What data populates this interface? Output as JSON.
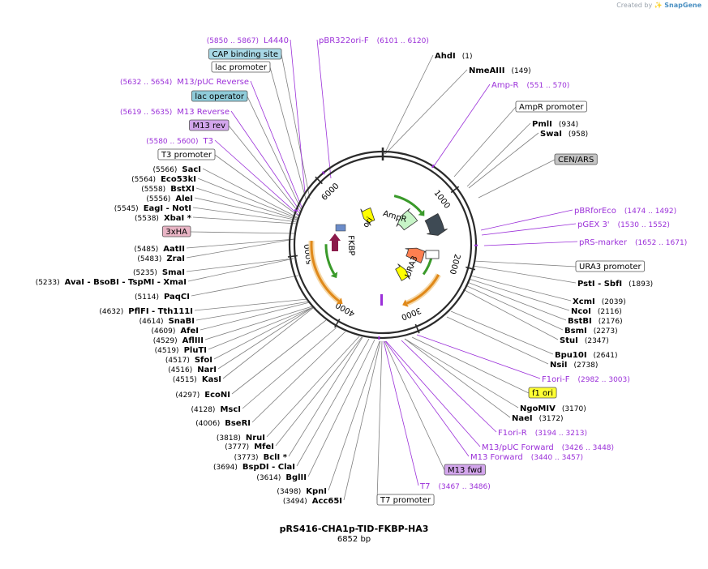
{
  "credit": {
    "prefix": "Created by",
    "brand": "SnapGene"
  },
  "plasmid": {
    "name": "pRS416-CHA1p-TID-FKBP-HA3",
    "length_label": "6852 bp",
    "length": 6852
  },
  "ticks": [
    "1000",
    "2000",
    "3000",
    "4000",
    "5000",
    "6000"
  ],
  "features_inner": [
    "ori",
    "AmpR",
    "URA3",
    "FKBP"
  ],
  "colors": {
    "ring": "#2b2b2b",
    "site_line": "#808080",
    "primer": "#9b30d9",
    "ori": "#ffff00",
    "ampr": "#c7f5c7",
    "ampr_promoter": "#3e4a54",
    "ura3": "#ff7f50",
    "fkbp": "#8b1a4a",
    "arrow_green": "#3a9a2a",
    "arrow_orange": "#e0891a",
    "cap_box": "#a8d8e6",
    "lac_operator_box": "#8fcbd9",
    "m13_box": "#d3a6ec",
    "f1ori_box": "#ffff33",
    "cen_box": "#c4c4c4",
    "ha_box": "#e8b4c4"
  },
  "labels": [
    {
      "text": "AhdI",
      "pos": "(1)",
      "kind": "site",
      "bold": true
    },
    {
      "text": "NmeAIII",
      "pos": "(149)",
      "kind": "site",
      "bold": true
    },
    {
      "text": "Amp-R",
      "pos": "(551 .. 570)",
      "kind": "primer"
    },
    {
      "text": "AmpR promoter",
      "kind": "box",
      "box": "white"
    },
    {
      "text": "PmlI",
      "pos": "(934)",
      "kind": "site",
      "bold": true
    },
    {
      "text": "SwaI",
      "pos": "(958)",
      "kind": "site",
      "bold": true
    },
    {
      "text": "CEN/ARS",
      "kind": "box",
      "box": "grey"
    },
    {
      "text": "pBRforEco",
      "pos": "(1474 .. 1492)",
      "kind": "primer"
    },
    {
      "text": "pGEX 3'",
      "pos": "(1530 .. 1552)",
      "kind": "primer"
    },
    {
      "text": "pRS-marker",
      "pos": "(1652 .. 1671)",
      "kind": "primer"
    },
    {
      "text": "URA3 promoter",
      "kind": "box",
      "box": "white"
    },
    {
      "text": "PstI   - SbfI",
      "pos": "(1893)",
      "kind": "site",
      "bold": true
    },
    {
      "text": "XcmI",
      "pos": "(2039)",
      "kind": "site",
      "bold": true
    },
    {
      "text": "NcoI",
      "pos": "(2116)",
      "kind": "site",
      "bold": true
    },
    {
      "text": "BstBI",
      "pos": "(2176)",
      "kind": "site",
      "bold": true
    },
    {
      "text": "BsmI",
      "pos": "(2273)",
      "kind": "site",
      "bold": true
    },
    {
      "text": "StuI",
      "pos": "(2347)",
      "kind": "site",
      "bold": true
    },
    {
      "text": "Bpu10I",
      "pos": "(2641)",
      "kind": "site",
      "bold": true
    },
    {
      "text": "NsiI",
      "pos": "(2738)",
      "kind": "site",
      "bold": true
    },
    {
      "text": "F1ori-F",
      "pos": "(2982 .. 3003)",
      "kind": "primer"
    },
    {
      "text": "f1 ori",
      "kind": "box",
      "box": "yellow"
    },
    {
      "text": "NgoMIV",
      "pos": "(3170)",
      "kind": "site",
      "bold": true
    },
    {
      "text": "NaeI",
      "pos": "(3172)",
      "kind": "site",
      "bold": true
    },
    {
      "text": "F1ori-R",
      "pos": "(3194 .. 3213)",
      "kind": "primer"
    },
    {
      "text": "M13/pUC Forward",
      "pos": "(3426 .. 3448)",
      "kind": "primer"
    },
    {
      "text": "M13 Forward",
      "pos": "(3440 .. 3457)",
      "kind": "primer"
    },
    {
      "text": "M13 fwd",
      "kind": "box",
      "box": "purple"
    },
    {
      "text": "T7",
      "pos": "(3467 .. 3486)",
      "kind": "primer"
    },
    {
      "text": "T7 promoter",
      "kind": "box",
      "box": "white"
    },
    {
      "text": "Acc65I",
      "pos": "(3494)",
      "kind": "site",
      "bold": true
    },
    {
      "text": "KpnI",
      "pos": "(3498)",
      "kind": "site",
      "bold": true
    },
    {
      "text": "BglII",
      "pos": "(3614)",
      "kind": "site",
      "bold": true
    },
    {
      "text": "BspDI   - ClaI",
      "pos": "(3694)",
      "kind": "site",
      "bold": true
    },
    {
      "text": "BclI *",
      "pos": "(3773)",
      "kind": "site",
      "bold": true
    },
    {
      "text": "MfeI",
      "pos": "(3777)",
      "kind": "site",
      "bold": true
    },
    {
      "text": "NruI",
      "pos": "(3818)",
      "kind": "site",
      "bold": true
    },
    {
      "text": "BseRI",
      "pos": "(4006)",
      "kind": "site",
      "bold": true
    },
    {
      "text": "MscI",
      "pos": "(4128)",
      "kind": "site",
      "bold": true
    },
    {
      "text": "EcoNI",
      "pos": "(4297)",
      "kind": "site",
      "bold": true
    },
    {
      "text": "KasI",
      "pos": "(4515)",
      "kind": "site",
      "bold": true
    },
    {
      "text": "NarI",
      "pos": "(4516)",
      "kind": "site",
      "bold": true
    },
    {
      "text": "SfoI",
      "pos": "(4517)",
      "kind": "site",
      "bold": true
    },
    {
      "text": "PluTI",
      "pos": "(4519)",
      "kind": "site",
      "bold": true
    },
    {
      "text": "AflIII",
      "pos": "(4529)",
      "kind": "site",
      "bold": true
    },
    {
      "text": "AfeI",
      "pos": "(4609)",
      "kind": "site",
      "bold": true
    },
    {
      "text": "SnaBI",
      "pos": "(4614)",
      "kind": "site",
      "bold": true
    },
    {
      "text": "PflFI   - Tth111I",
      "pos": "(4632)",
      "kind": "site",
      "bold": true
    },
    {
      "text": "PaqCI",
      "pos": "(5114)",
      "kind": "site",
      "bold": true
    },
    {
      "text": "AvaI   - BsoBI   - TspMI   - XmaI",
      "pos": "(5233)",
      "kind": "site",
      "bold": true
    },
    {
      "text": "SmaI",
      "pos": "(5235)",
      "kind": "site",
      "bold": true
    },
    {
      "text": "ZraI",
      "pos": "(5483)",
      "kind": "site",
      "bold": true
    },
    {
      "text": "AatII",
      "pos": "(5485)",
      "kind": "site",
      "bold": true
    },
    {
      "text": "3xHA",
      "kind": "box",
      "box": "pink"
    },
    {
      "text": "XbaI *",
      "pos": "(5538)",
      "kind": "site",
      "bold": true
    },
    {
      "text": "EagI   - NotI",
      "pos": "(5545)",
      "kind": "site",
      "bold": true
    },
    {
      "text": "AleI",
      "pos": "(5556)",
      "kind": "site",
      "bold": true
    },
    {
      "text": "BstXI",
      "pos": "(5558)",
      "kind": "site",
      "bold": true
    },
    {
      "text": "Eco53kI",
      "pos": "(5564)",
      "kind": "site",
      "bold": true
    },
    {
      "text": "SacI",
      "pos": "(5566)",
      "kind": "site",
      "bold": true
    },
    {
      "text": "T3 promoter",
      "kind": "box",
      "box": "white"
    },
    {
      "text": "T3",
      "pos": "(5580 .. 5600)",
      "kind": "primer"
    },
    {
      "text": "M13 rev",
      "kind": "box",
      "box": "purple"
    },
    {
      "text": "M13 Reverse",
      "pos": "(5619 .. 5635)",
      "kind": "primer"
    },
    {
      "text": "lac operator",
      "kind": "box",
      "box": "cyan"
    },
    {
      "text": "M13/pUC Reverse",
      "pos": "(5632 .. 5654)",
      "kind": "primer"
    },
    {
      "text": "lac promoter",
      "kind": "box",
      "box": "white"
    },
    {
      "text": "CAP binding site",
      "kind": "box",
      "box": "cap"
    },
    {
      "text": "L4440",
      "pos": "(5850 .. 5867)",
      "kind": "primer"
    },
    {
      "text": "pBR322ori-F",
      "pos": "(6101 .. 6120)",
      "kind": "primer"
    }
  ]
}
